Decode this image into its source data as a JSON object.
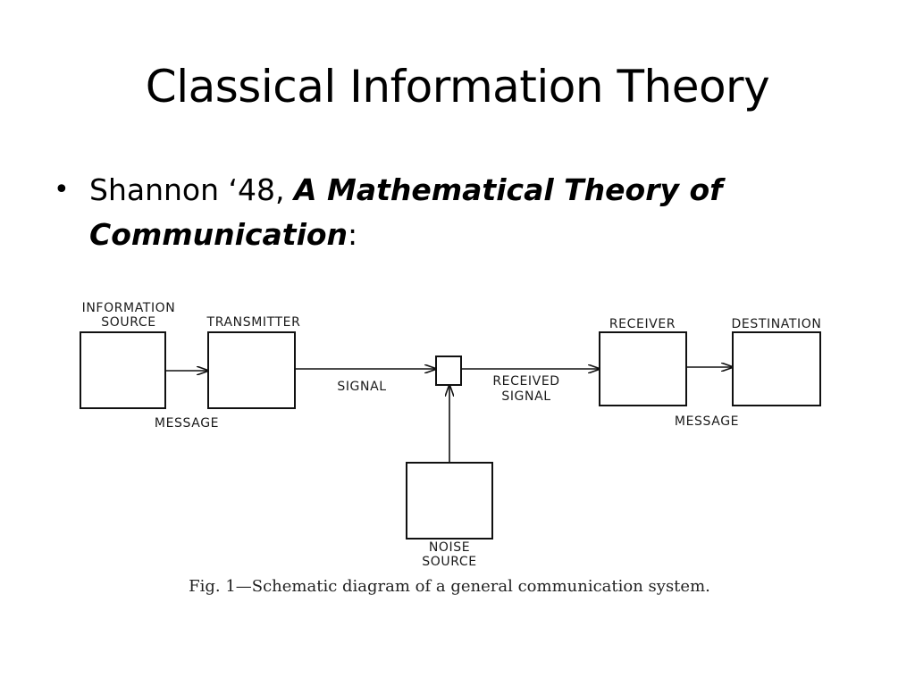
{
  "slide": {
    "title": "Classical Information Theory"
  },
  "bullets": [
    {
      "prefix": "Shannon ‘48, ",
      "work_title": "A Mathematical Theory of Communication",
      "suffix": ":"
    }
  ],
  "diagram": {
    "blocks": {
      "information_source": [
        "INFORMATION",
        "SOURCE"
      ],
      "transmitter": "TRANSMITTER",
      "receiver": "RECEIVER",
      "destination": "DESTINATION",
      "noise_source": [
        "NOISE",
        "SOURCE"
      ]
    },
    "signals": {
      "message_in": "MESSAGE",
      "signal": "SIGNAL",
      "received_signal": [
        "RECEIVED",
        "SIGNAL"
      ],
      "message_out": "MESSAGE"
    },
    "caption": "Fig. 1—Schematic diagram of a general communication system."
  }
}
